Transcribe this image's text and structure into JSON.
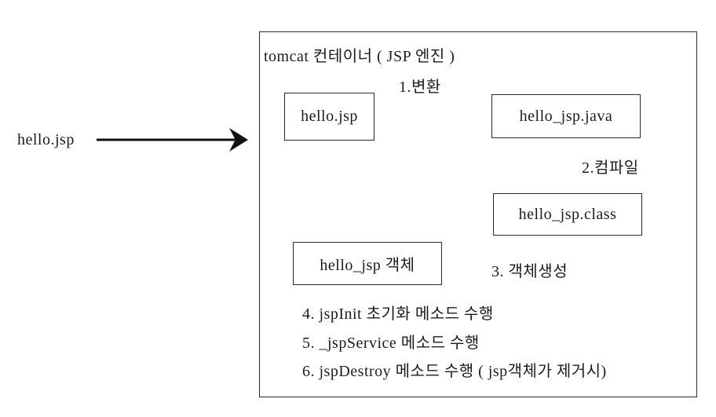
{
  "colors": {
    "background": "#ffffff",
    "ink": "#1c1c1c",
    "line": "#111111"
  },
  "source": {
    "label": "hello.jsp"
  },
  "container": {
    "title": "tomcat 컨테이너 ( JSP 엔진 )"
  },
  "nodes": [
    {
      "id": "hello-jsp",
      "label": "hello.jsp"
    },
    {
      "id": "hello-jsp-java",
      "label": "hello_jsp.java"
    },
    {
      "id": "hello-jsp-class",
      "label": "hello_jsp.class"
    },
    {
      "id": "hello-jsp-object",
      "label": "hello_jsp 객체"
    }
  ],
  "edges": [
    {
      "id": "translate",
      "label": "1.변환"
    },
    {
      "id": "compile",
      "label": "2.컴파일"
    },
    {
      "id": "instantiate",
      "label": "3. 객체생성"
    }
  ],
  "steps": [
    "4. jspInit 초기화 메소드 수행",
    "5. _jspService 메소드 수행",
    "6. jspDestroy 메소드 수행 ( jsp객체가 제거시)"
  ]
}
